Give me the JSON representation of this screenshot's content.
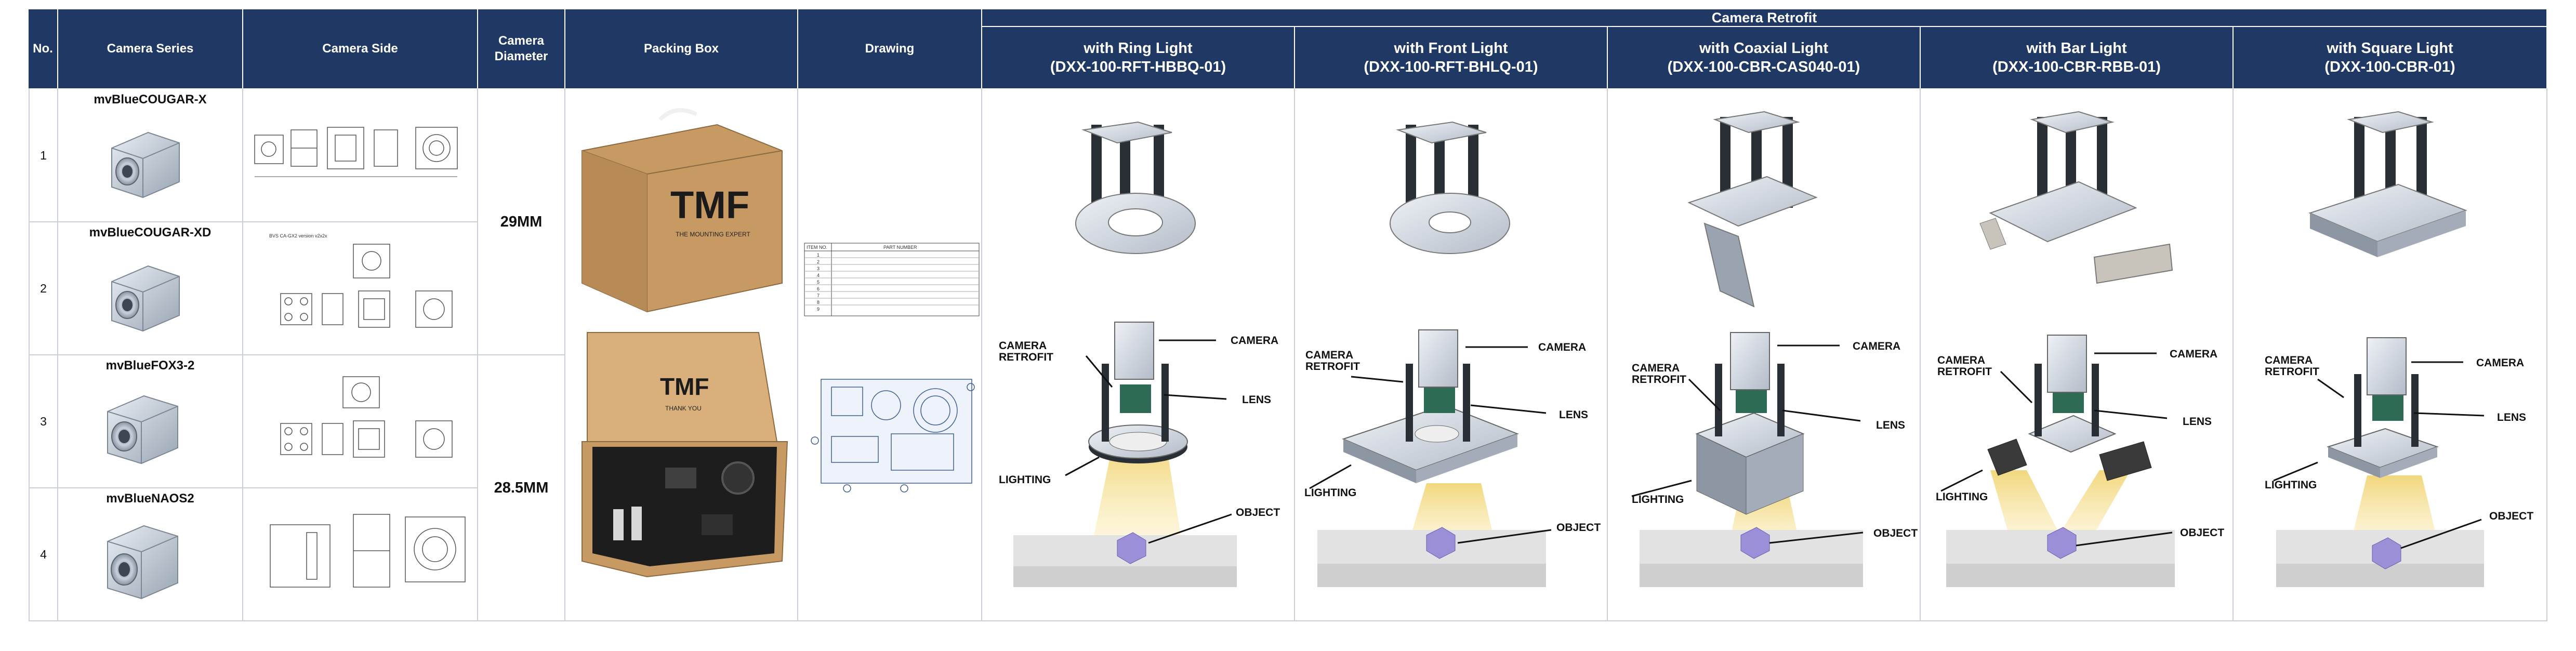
{
  "header": {
    "no": "No.",
    "series": "Camera Series",
    "side": "Camera Side",
    "diameter_line1": "Camera",
    "diameter_line2": "Diameter",
    "packing": "Packing Box",
    "drawing": "Drawing",
    "retrofit_group": "Camera Retrofit"
  },
  "retrofit_columns": [
    {
      "line1": "with Ring Light",
      "line2": "(DXX-100-RFT-HBBQ-01)"
    },
    {
      "line1": "with Front Light",
      "line2": "(DXX-100-RFT-BHLQ-01)"
    },
    {
      "line1": "with Coaxial Light",
      "line2": "(DXX-100-CBR-CAS040-01)"
    },
    {
      "line1": "with Bar Light",
      "line2": "(DXX-100-CBR-RBB-01)"
    },
    {
      "line1": "with Square Light",
      "line2": "(DXX-100-CBR-01)"
    }
  ],
  "rows": [
    {
      "no": "1",
      "series": "mvBlueCOUGAR-X"
    },
    {
      "no": "2",
      "series": "mvBlueCOUGAR-XD",
      "drawing_note": "BVS CA-GX2 version v2x2x"
    },
    {
      "no": "3",
      "series": "mvBlueFOX3-2"
    },
    {
      "no": "4",
      "series": "mvBlueNAOS2"
    }
  ],
  "diameters": [
    "29MM",
    "28.5MM"
  ],
  "box_logo": "TMF",
  "box_tagline": "THE MOUNTING EXPERT",
  "box_thanks": "THANK YOU",
  "callouts": {
    "camera": "CAMERA",
    "retrofit_1": "CAMERA",
    "retrofit_2": "RETROFIT",
    "lens": "LENS",
    "lighting": "LIGHTING",
    "object": "OBJECT"
  },
  "bom": {
    "head_item": "ITEM NO.",
    "head_part": "PART NUMBER",
    "items": [
      "1",
      "2",
      "3",
      "4",
      "5",
      "6",
      "7",
      "8",
      "9"
    ]
  },
  "colors": {
    "header_bg": "#1f3864",
    "header_text": "#ffffff",
    "grid": "#c9ced8",
    "light_beam": "#f6e39a",
    "object": "#9b8fd8"
  }
}
